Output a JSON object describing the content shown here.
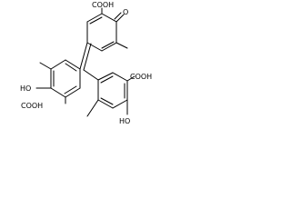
{
  "structure": {
    "colors": {
      "bond": "#000000",
      "background": "#ffffff"
    },
    "labels": {
      "top_cooh": "COOH",
      "ketone_o": "O",
      "left_ho": "HO",
      "left_cooh": "COOH",
      "right_cooh": "COOH",
      "right_ho": "HO"
    }
  }
}
